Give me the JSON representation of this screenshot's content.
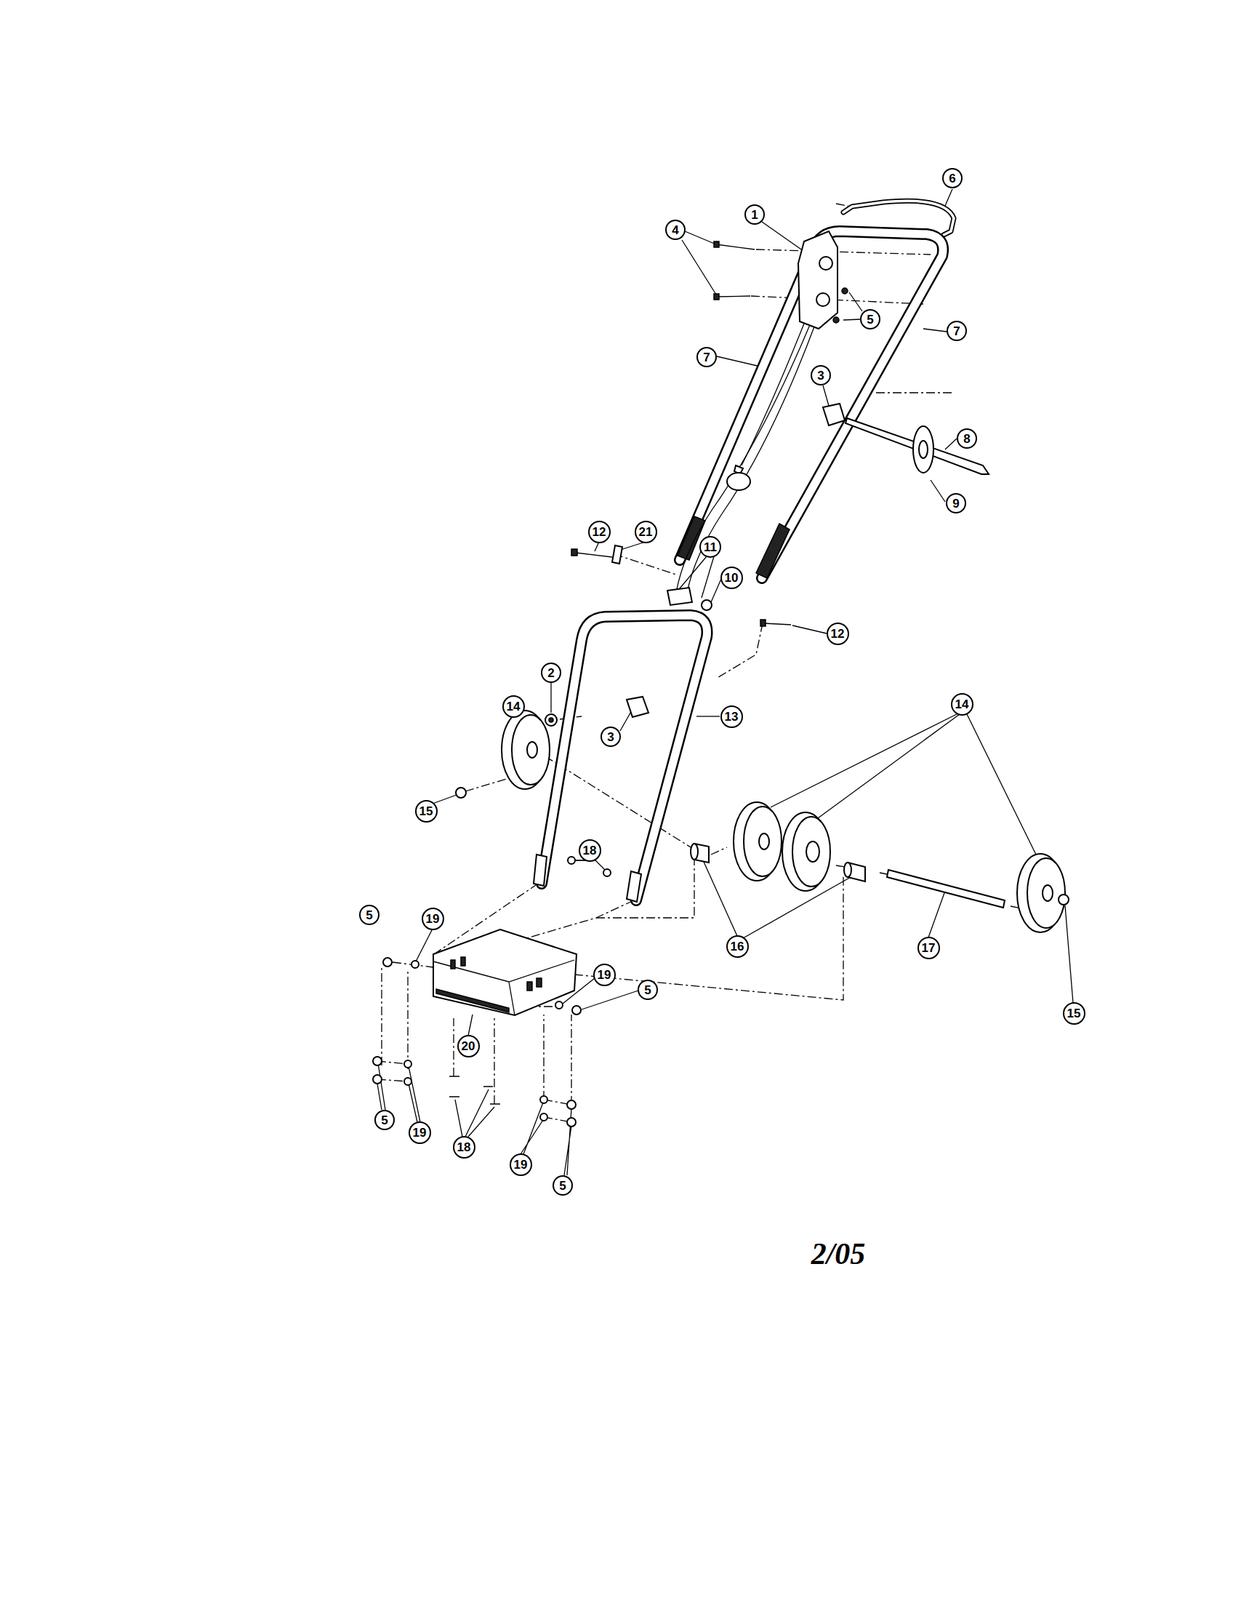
{
  "diagram": {
    "labels": [
      "6",
      "1",
      "4",
      "5",
      "7",
      "7",
      "3",
      "8",
      "9",
      "12",
      "21",
      "11",
      "10",
      "12",
      "2",
      "14",
      "3",
      "13",
      "14",
      "15",
      "18",
      "5",
      "19",
      "16",
      "17",
      "19",
      "5",
      "20",
      "15",
      "5",
      "19",
      "18",
      "19",
      "5",
      "2/05"
    ]
  }
}
